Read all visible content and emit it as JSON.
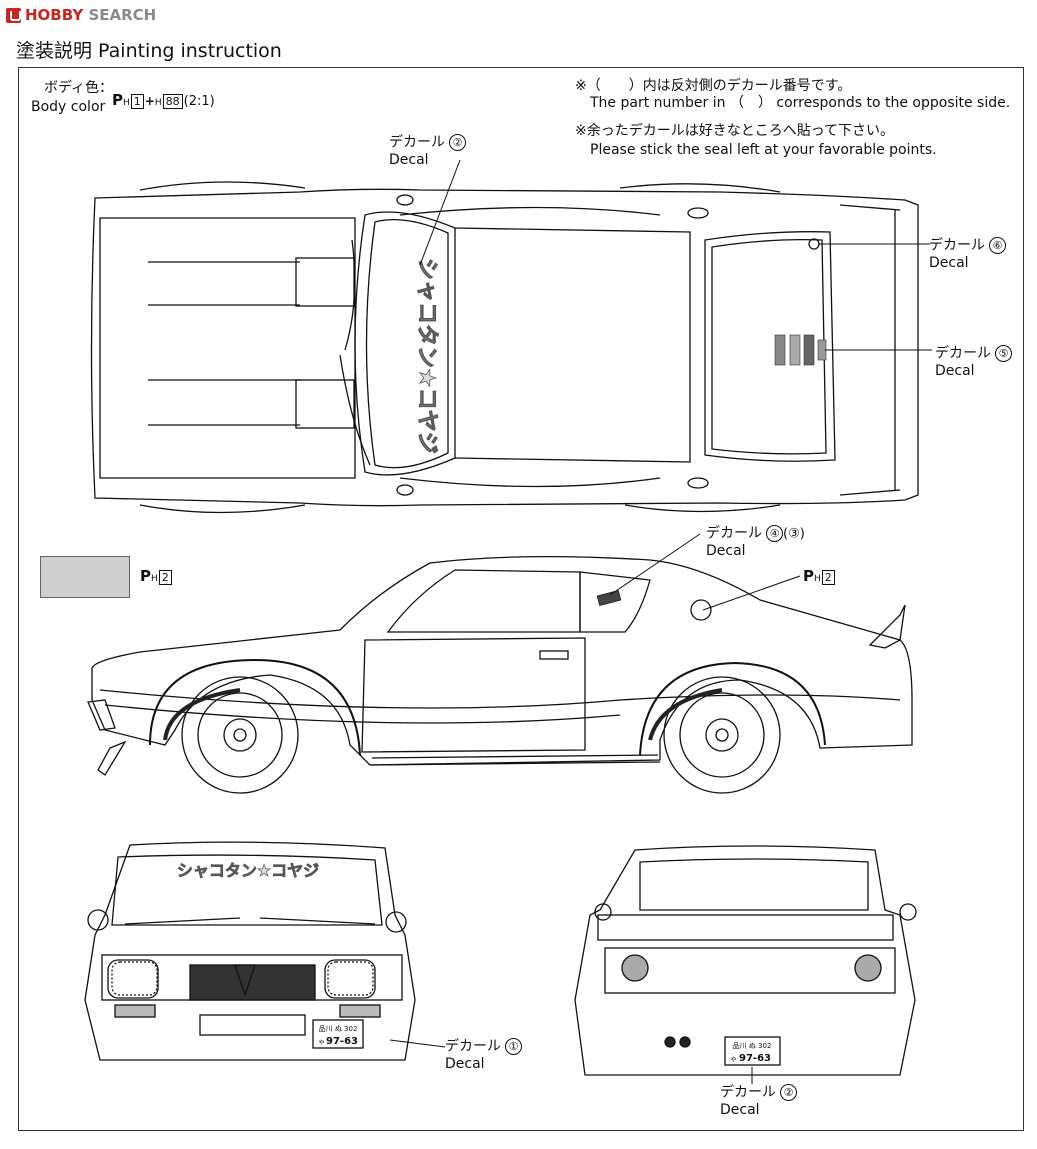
{
  "logo": {
    "brand": "HOBBY",
    "suffix": "SEARCH"
  },
  "title": "塗装説明 Painting instruction",
  "body_color": {
    "label_jp": "ボディ色：",
    "label_en": "Body color",
    "code_p": "P",
    "code_h": "H",
    "box1": "1",
    "plus": "+",
    "code_h2": "H",
    "box2": "88",
    "ratio": "(2:1)"
  },
  "notes": [
    {
      "jp": "※（　　）内は反対側のデカール番号です。",
      "en": "The part number in （　） corresponds to the opposite side."
    },
    {
      "jp": "※余ったデカールは好きなところへ貼って下さい。",
      "en": "Please stick the seal left at your favorable points."
    }
  ],
  "decals": [
    {
      "jp": "デカール",
      "en": "Decal",
      "num": "②"
    },
    {
      "jp": "デカール",
      "en": "Decal",
      "num": "⑥"
    },
    {
      "jp": "デカール",
      "en": "Decal",
      "num": "⑤"
    },
    {
      "jp": "デカール",
      "en": "Decal",
      "num": "④",
      "alt": "(③)"
    },
    {
      "jp": "デカール",
      "en": "Decal",
      "num": "①"
    },
    {
      "jp": "デカール",
      "en": "Decal",
      "num": "②"
    }
  ],
  "swatch": {
    "code_p": "P",
    "code_h": "H",
    "box": "2",
    "color": "#cfcfcf"
  },
  "side_color": {
    "code_p": "P",
    "code_h": "H",
    "box": "2"
  },
  "windshield_text": "シャコタン★コヤジ",
  "plates": {
    "front_top": "品川 ぬ 302",
    "front_num": "97-63",
    "front_prefix": "ゃ",
    "rear_top": "品川 ぬ 302",
    "rear_num": "97-63",
    "rear_prefix": "ゃ"
  }
}
